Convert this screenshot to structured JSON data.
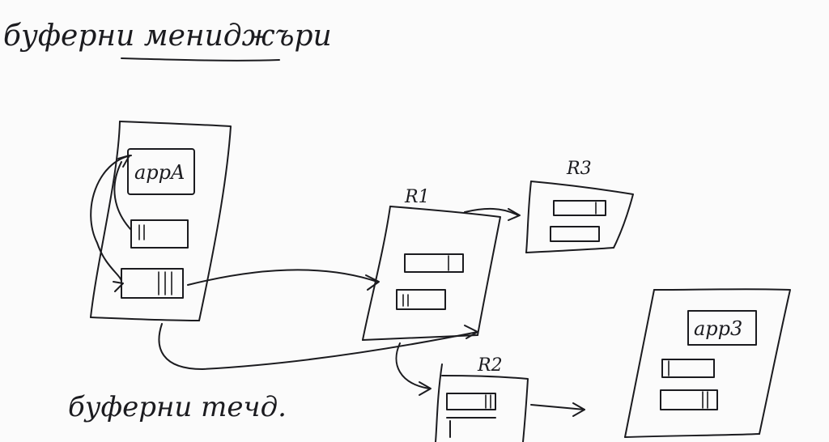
{
  "title": "буферни мениджъри",
  "caption": "буферни течд.",
  "nodes": {
    "left_page": {
      "label": "appA"
    },
    "r1": {
      "label": "R1"
    },
    "r2": {
      "label": "R2"
    },
    "r3": {
      "label": "R3"
    },
    "app3": {
      "label": "app3"
    }
  },
  "colors": {
    "ink": "#1b1b1f",
    "paper": "#fbfbfb"
  }
}
